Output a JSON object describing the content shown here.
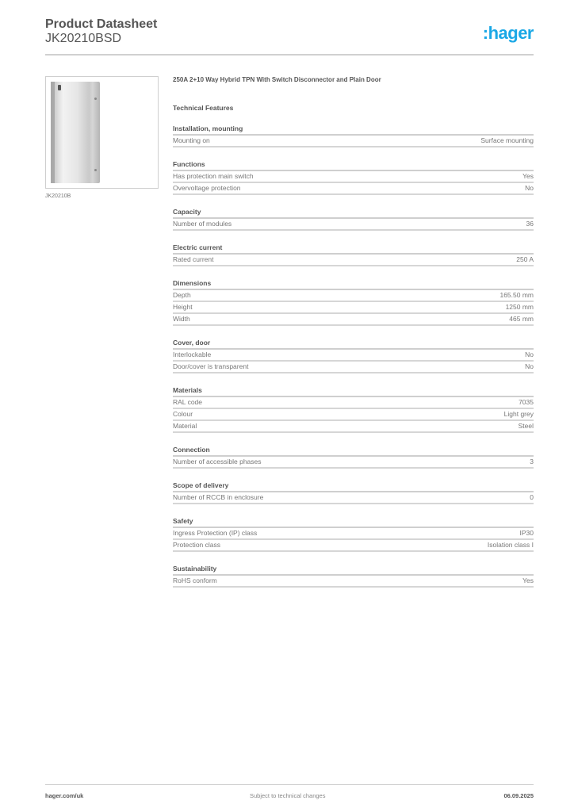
{
  "header": {
    "title": "Product Datasheet",
    "product_code": "JK20210BSD",
    "logo_text": ":hager",
    "logo_color": "#1aa8e6"
  },
  "image": {
    "caption": "JK20210B"
  },
  "product": {
    "description": "250A 2+10 Way Hybrid TPN With Switch Disconnector and Plain Door",
    "tech_features_heading": "Technical Features"
  },
  "sections": [
    {
      "title": "Installation, mounting",
      "rows": [
        {
          "label": "Mounting on",
          "value": "Surface mounting"
        }
      ]
    },
    {
      "title": "Functions",
      "rows": [
        {
          "label": "Has protection main switch",
          "value": "Yes"
        },
        {
          "label": "Overvoltage protection",
          "value": "No"
        }
      ]
    },
    {
      "title": "Capacity",
      "rows": [
        {
          "label": "Number of modules",
          "value": "36"
        }
      ]
    },
    {
      "title": "Electric current",
      "rows": [
        {
          "label": "Rated current",
          "value": "250 A"
        }
      ]
    },
    {
      "title": "Dimensions",
      "rows": [
        {
          "label": "Depth",
          "value": "165.50 mm"
        },
        {
          "label": "Height",
          "value": "1250 mm"
        },
        {
          "label": "Width",
          "value": "465 mm"
        }
      ]
    },
    {
      "title": "Cover, door",
      "rows": [
        {
          "label": "Interlockable",
          "value": "No"
        },
        {
          "label": "Door/cover is transparent",
          "value": "No"
        }
      ]
    },
    {
      "title": "Materials",
      "rows": [
        {
          "label": "RAL code",
          "value": "7035"
        },
        {
          "label": "Colour",
          "value": "Light grey"
        },
        {
          "label": "Material",
          "value": "Steel"
        }
      ]
    },
    {
      "title": "Connection",
      "rows": [
        {
          "label": "Number of accessible phases",
          "value": "3"
        }
      ]
    },
    {
      "title": "Scope of delivery",
      "rows": [
        {
          "label": "Number of RCCB in enclosure",
          "value": "0"
        }
      ]
    },
    {
      "title": "Safety",
      "rows": [
        {
          "label": "Ingress Protection (IP) class",
          "value": "IP30"
        },
        {
          "label": "Protection class",
          "value": "Isolation class I"
        }
      ]
    },
    {
      "title": "Sustainability",
      "rows": [
        {
          "label": "RoHS conform",
          "value": "Yes"
        }
      ]
    }
  ],
  "footer": {
    "website": "hager.com/uk",
    "notice": "Subject to technical changes",
    "date": "06.09.2025"
  }
}
